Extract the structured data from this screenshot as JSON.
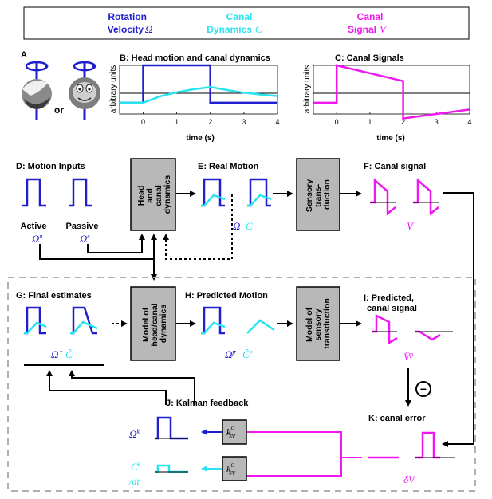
{
  "colors": {
    "rotation": "#1f1fcf",
    "canal": "#29e3ef",
    "signal": "#ef18ef",
    "box_fill": "#b8b8b8",
    "dashed": "#b0b0b0",
    "text": "#000000"
  },
  "legend": {
    "rotation_label_1": "Rotation",
    "rotation_label_2": "Velocity",
    "rotation_symbol": "Ω",
    "canal_label_1": "Canal",
    "canal_label_2": "Dynamics",
    "canal_symbol": "C",
    "signal_label_1": "Canal",
    "signal_label_2": "Signal",
    "signal_symbol": "V"
  },
  "panel_a": {
    "letter": "A",
    "or_text": "or"
  },
  "panel_b": {
    "title": "B: Head motion and canal dynamics",
    "ylabel": "arbitrary units",
    "xlabel": "time (s)",
    "xticks": [
      "0",
      "1",
      "2",
      "3",
      "4"
    ]
  },
  "panel_c": {
    "title": "C: Canal Signals",
    "ylabel": "arbitrary units",
    "xlabel": "time (s)",
    "xticks": [
      "0",
      "1",
      "2",
      "3",
      "4"
    ]
  },
  "chart_data": [
    {
      "type": "line",
      "title": "B: Head motion and canal dynamics",
      "xlabel": "time (s)",
      "ylabel": "arbitrary units",
      "xlim": [
        -0.7,
        4
      ],
      "ylim": [
        -0.3,
        1.0
      ],
      "series": [
        {
          "name": "Rotation Velocity Ω",
          "x": [
            -0.7,
            0,
            0,
            2,
            2,
            4
          ],
          "y": [
            0,
            0,
            1,
            1,
            0,
            0
          ]
        },
        {
          "name": "Canal Dynamics C",
          "x": [
            -0.7,
            0,
            0.5,
            1,
            1.5,
            2,
            2.5,
            3,
            3.5,
            4
          ],
          "y": [
            0,
            0,
            0.17,
            0.28,
            0.36,
            0.42,
            0.34,
            0.27,
            0.22,
            0.18
          ]
        }
      ]
    },
    {
      "type": "line",
      "title": "C: Canal Signals",
      "xlabel": "time (s)",
      "ylabel": "arbitrary units",
      "xlim": [
        -0.7,
        4
      ],
      "ylim": [
        -0.3,
        1.0
      ],
      "series": [
        {
          "name": "Canal Signal V",
          "x": [
            -0.7,
            0,
            0,
            2,
            2,
            4
          ],
          "y": [
            0,
            0,
            1,
            0.58,
            -0.42,
            -0.18
          ]
        }
      ]
    }
  ],
  "boxes": {
    "head_canal": [
      "Head",
      "and",
      "canal",
      "dynamics"
    ],
    "sensory": [
      "Sensory",
      "trans-",
      "duction"
    ],
    "model_head": [
      "Model of",
      "head/canal",
      "dynamics"
    ],
    "model_sensory": [
      "Model of",
      "sensory",
      "transduction"
    ]
  },
  "panel_d": {
    "title": "D: Motion Inputs",
    "active": "Active",
    "passive": "Passive",
    "omega_u": "Ω",
    "omega_u_sup": "u",
    "omega_e": "Ω",
    "omega_e_sup": "ϵ"
  },
  "panel_e": {
    "title": "E: Real Motion",
    "omega": "Ω",
    "canal": "C"
  },
  "panel_f": {
    "title": "F: Canal signal",
    "v": "V"
  },
  "panel_g": {
    "title": "G: Final estimates",
    "omega_hat": "Ω̂",
    "canal_hat": "Ĉ"
  },
  "panel_h": {
    "title": "H: Predicted Motion",
    "omega_hat": "Ω̂",
    "omega_sup": "p",
    "canal_hat": "Ĉ",
    "canal_sup": "p"
  },
  "panel_i": {
    "title_1": "I: Predicted,",
    "title_2": "canal signal",
    "v_hat": "V̂",
    "v_sup": "p"
  },
  "panel_j": {
    "title": "J: Kalman feedback",
    "omega_k": "Ω",
    "omega_k_sup": "k",
    "c_k": "C",
    "c_k_sup": "k",
    "c_k_den": "/dt",
    "gain_omega_k": "k",
    "gain_omega_sup": "Ω",
    "gain_omega_sub": "δV",
    "gain_c_k": "k",
    "gain_c_sup": "G",
    "gain_c_sub": "δV"
  },
  "panel_k": {
    "title": "K: canal error",
    "dv": "δV",
    "minus": "−"
  }
}
